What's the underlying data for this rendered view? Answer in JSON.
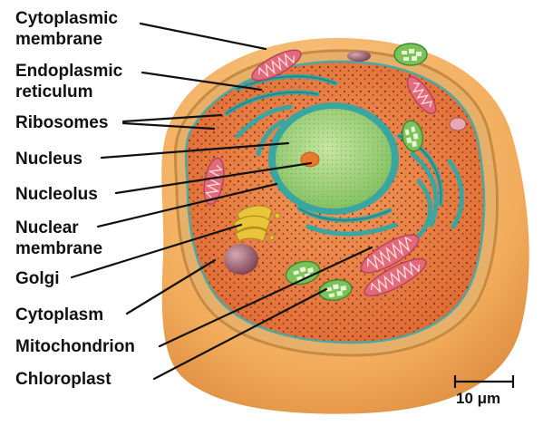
{
  "labels": {
    "cytoplasmic_membrane": {
      "line1": "Cytoplasmic",
      "line2": "membrane"
    },
    "endoplasmic_reticulum": {
      "line1": "Endoplasmic",
      "line2": "reticulum"
    },
    "ribosomes": "Ribosomes",
    "nucleus": "Nucleus",
    "nucleolus": "Nucleolus",
    "nuclear_membrane": {
      "line1": "Nuclear",
      "line2": "membrane"
    },
    "golgi": "Golgi",
    "cytoplasm": "Cytoplasm",
    "mitochondrion": "Mitochondrion",
    "chloroplast": "Chloroplast"
  },
  "scale_bar": {
    "label": "10 μm"
  },
  "colors": {
    "cell_wall": "#f0b060",
    "membrane": "#d9a85a",
    "cytoplasm": "#e8743a",
    "nucleus": "#9fd07a",
    "nuclear_envelope": "#3aa6a2",
    "er": "#3aa6a2",
    "mitochondrion": "#e36a7a",
    "chloroplast": "#7cc25a",
    "golgi": "#e9c53c",
    "vacuole": "#9c5a6a",
    "ribosome": "#6a2a14"
  }
}
